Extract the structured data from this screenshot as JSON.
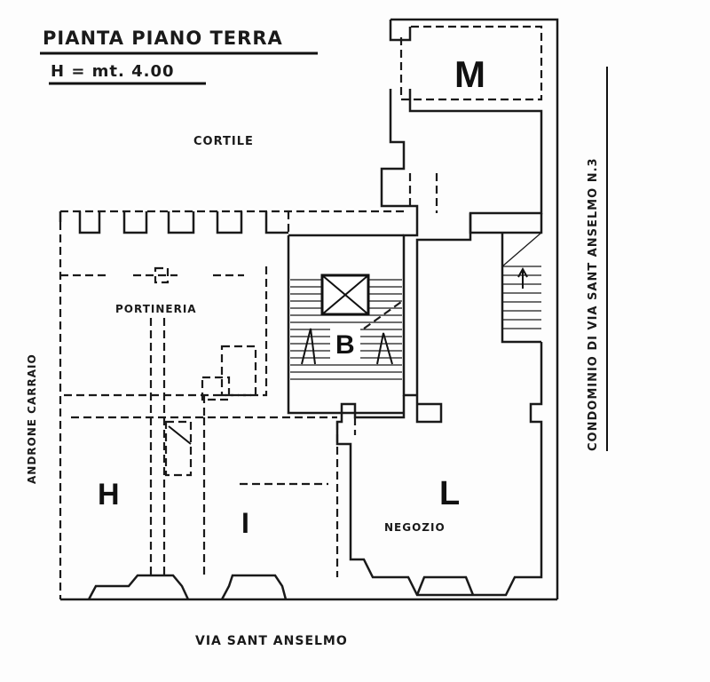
{
  "title": "PIANTA PIANO TERRA",
  "height_note": "H = mt. 4.00",
  "labels": {
    "courtyard": "CORTILE",
    "porter": "PORTINERIA",
    "carriage_entrance": "ANDRONE CARRAIO",
    "neighbor": "CONDOMINIO DI VIA SANT ANSELMO N.3",
    "shop": "NEGOZIO",
    "street": "VIA SANT ANSELMO"
  },
  "units": {
    "m": "M",
    "b": "B",
    "h": "H",
    "i": "I",
    "l": "L"
  }
}
